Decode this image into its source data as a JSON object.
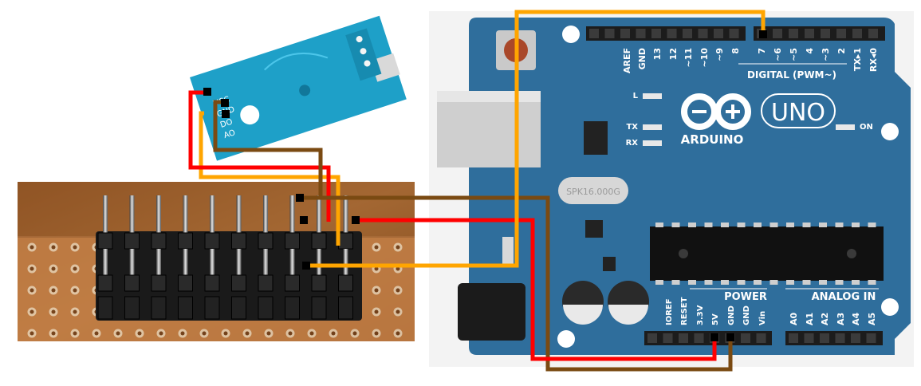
{
  "sensor": {
    "pins": [
      "VCC",
      "GND",
      "DO",
      "AO"
    ]
  },
  "arduino": {
    "logo_text": "ARDUINO",
    "model": "UNO",
    "on_label": "ON",
    "led_labels": [
      "L",
      "TX",
      "RX"
    ],
    "crystal": "SPK16.000G",
    "digital_header_label": "DIGITAL (PWM~)",
    "top_pin_labels": [
      "AREF",
      "GND",
      "13",
      "12",
      "~11",
      "~10",
      "~9",
      "8",
      "7",
      "~6",
      "~5",
      "4",
      "~3",
      "2",
      "TX▸1",
      "RX◂0"
    ],
    "power_label": "POWER",
    "power_pins": [
      "IOREF",
      "RESET",
      "3.3V",
      "5V",
      "GND",
      "GND",
      "Vin"
    ],
    "analog_label": "ANALOG IN",
    "analog_pins": [
      "A0",
      "A1",
      "A2",
      "A3",
      "A4",
      "A5"
    ]
  },
  "wires": {
    "red": "#ff0000",
    "brown": "#7a4a12",
    "orange": "#ffa500",
    "board_blue": "#2f6e9c"
  }
}
